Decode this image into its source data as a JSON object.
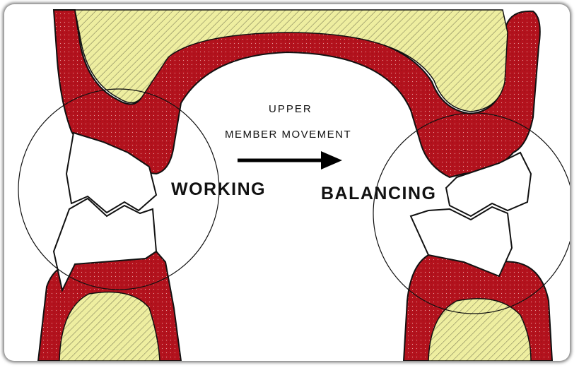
{
  "diagram": {
    "caption_line1": "UPPER",
    "caption_line2": "MEMBER MOVEMENT",
    "working_label": "WORKING",
    "balancing_label": "BALANCING",
    "colors": {
      "tissue": "#b3121d",
      "bone": "#eeeea0",
      "hatch": "#7a7a55",
      "tooth": "#ffffff",
      "outline": "#111111"
    },
    "icons": [
      "arrow-right-icon"
    ]
  }
}
